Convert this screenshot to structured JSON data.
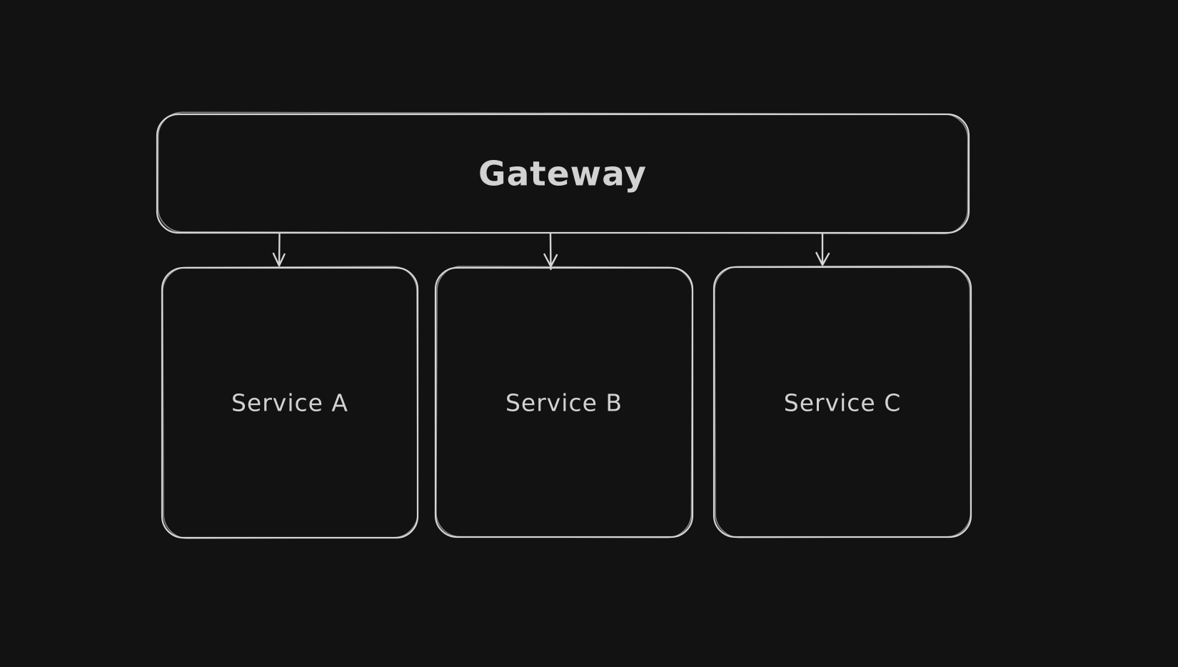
{
  "canvas": {
    "background_color": "#121212",
    "stroke_color": "#d5d5d5",
    "text_color": "#d2d2d2",
    "style": "hand-drawn-sketch"
  },
  "diagram": {
    "title": "",
    "nodes": {
      "gateway": {
        "label": "Gateway",
        "shape": "rounded-rectangle"
      },
      "service_a": {
        "label": "Service A",
        "shape": "rounded-rectangle"
      },
      "service_b": {
        "label": "Service B",
        "shape": "rounded-rectangle"
      },
      "service_c": {
        "label": "Service C",
        "shape": "rounded-rectangle"
      }
    },
    "edges": [
      {
        "from": "Gateway",
        "to": "Service A",
        "type": "arrow-down"
      },
      {
        "from": "Gateway",
        "to": "Service B",
        "type": "arrow-down"
      },
      {
        "from": "Gateway",
        "to": "Service C",
        "type": "arrow-down"
      }
    ]
  }
}
